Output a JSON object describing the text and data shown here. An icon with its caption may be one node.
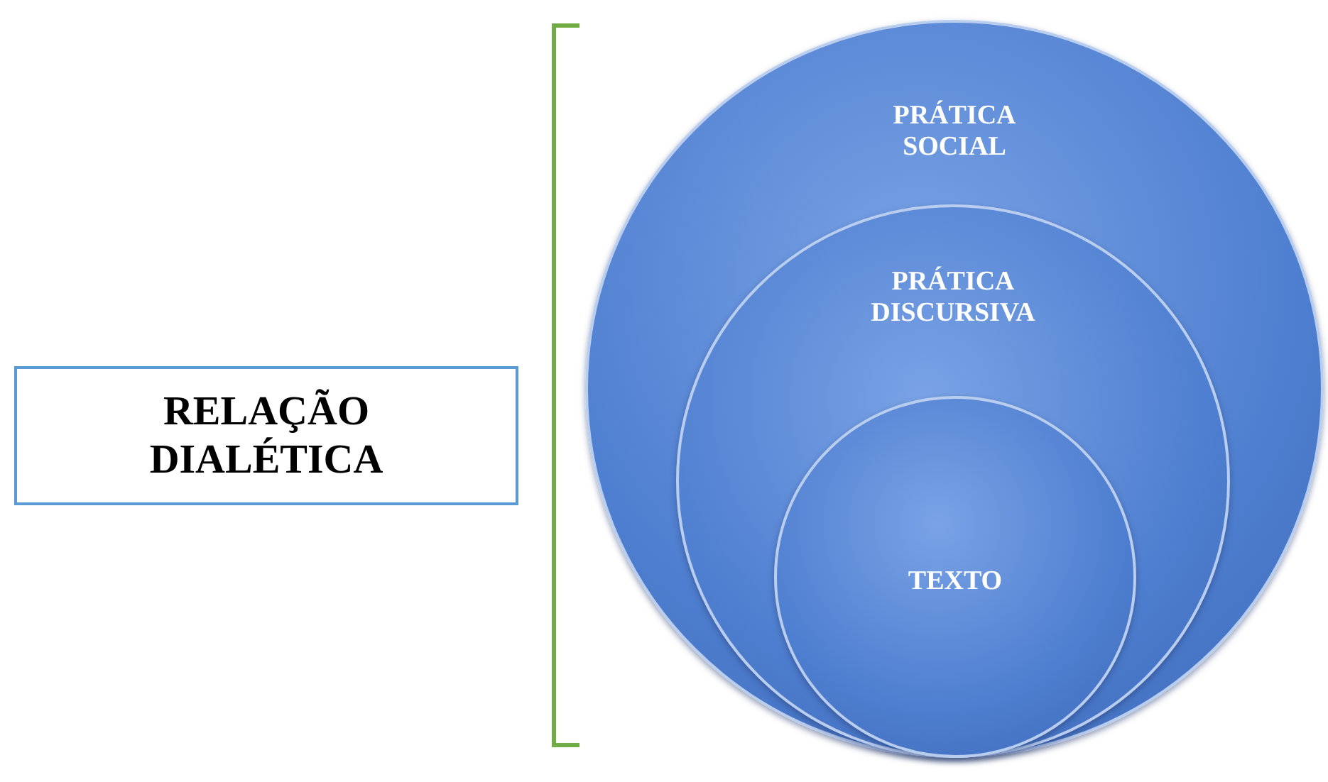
{
  "diagram": {
    "nodes": [
      {
        "text": [
          "RELAÇÃO DIALÉTICA"
        ]
      },
      {
        "text": [
          "PRÁTICA SOCIAL"
        ]
      },
      {
        "text": [
          "PRÁTICA DISCURSIVA"
        ],
        "in": 1
      },
      {
        "text": [
          "TEXTO"
        ],
        "in": 2
      }
    ]
  }
}
